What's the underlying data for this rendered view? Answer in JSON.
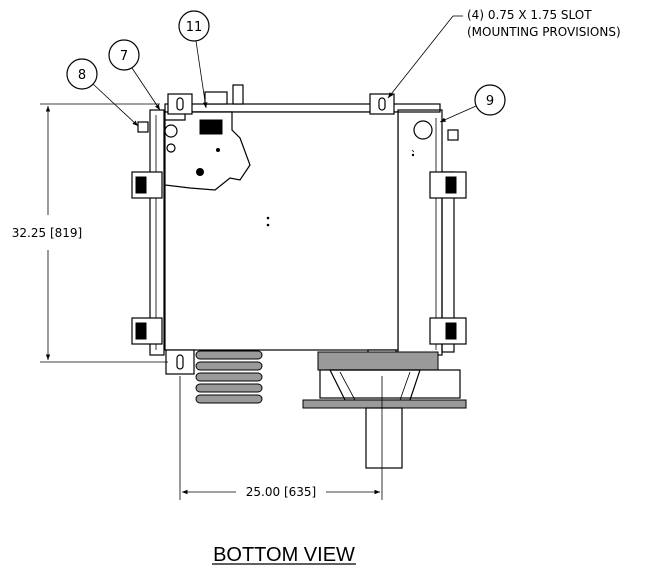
{
  "callouts": {
    "c7": "7",
    "c8": "8",
    "c9": "9",
    "c11": "11"
  },
  "notes": {
    "slot_line1": "(4) 0.75 X 1.75 SLOT",
    "slot_line2": "(MOUNTING PROVISIONS)"
  },
  "dimensions": {
    "height": "32.25 [819]",
    "width": "25.00 [635]"
  },
  "view_title": "BOTTOM VIEW"
}
